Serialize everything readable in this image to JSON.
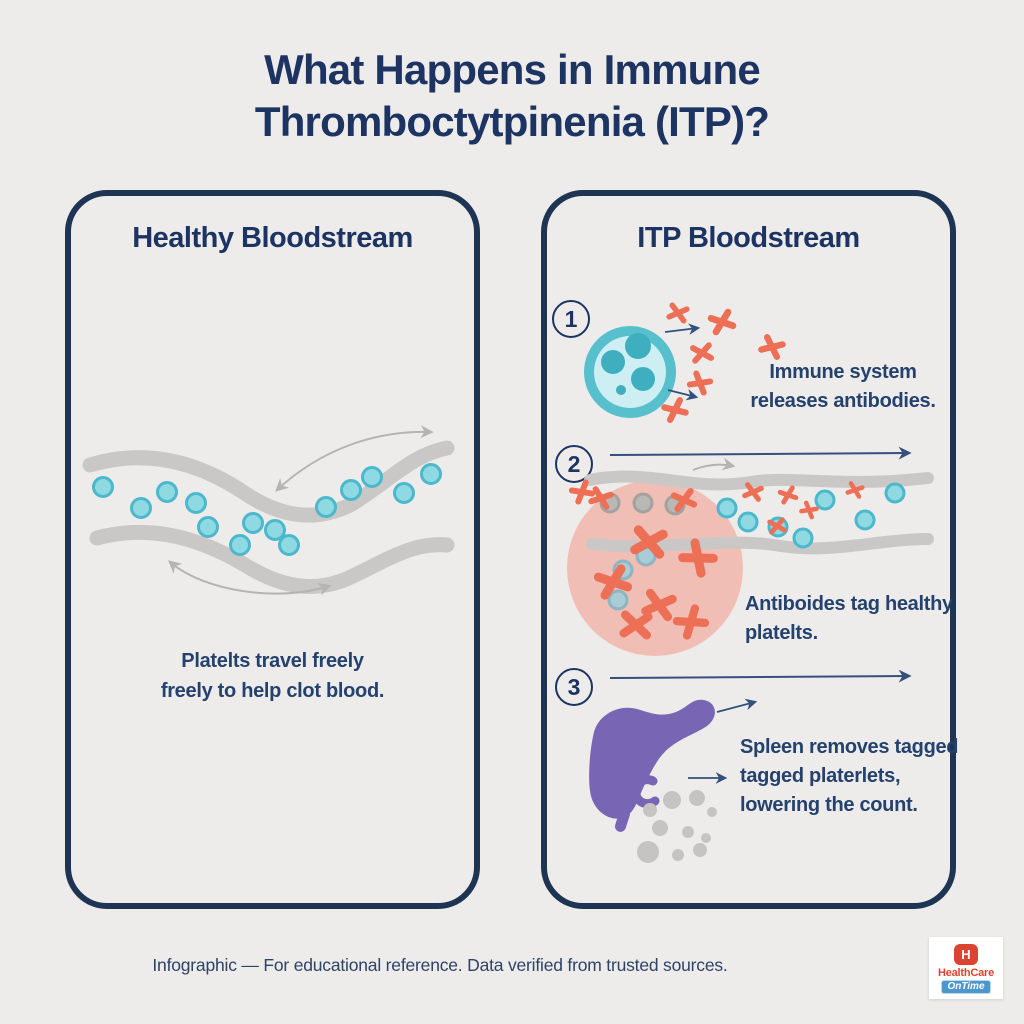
{
  "title": {
    "line1": "What Happens in Immune",
    "line2": "Thromboctytpinenia (ITP)?"
  },
  "panels": {
    "healthy": {
      "heading": "Healthy Bloodstream",
      "caption_lines": [
        "Platelts travel freely",
        "freely to help clot blood."
      ]
    },
    "itp": {
      "heading": "ITP Bloodstream",
      "steps": [
        {
          "number": "1",
          "lines": [
            "Immune system",
            "releases antibodies."
          ]
        },
        {
          "number": "2",
          "lines": [
            "Antiboides tag healthy",
            "platelts."
          ]
        },
        {
          "number": "3",
          "lines": [
            "Spleen removes tagged",
            "tagged platerlets,",
            "lowering the count."
          ]
        }
      ]
    }
  },
  "footer": {
    "text": "Infographic — For educational reference. Data verified from trusted sources."
  },
  "logo": {
    "icon_letter": "H",
    "name": "HealthCare",
    "tagline": "OnTime"
  },
  "icons": {
    "platelet-icon": "teal circle",
    "antibody-icon": "salmon X cross",
    "immune-cell-icon": "teal cell with nuclei blobs",
    "spleen-icon": "purple spleen blob",
    "flow-arrow-icon": "thin curved arrow"
  },
  "colors": {
    "bg": "#edeceb",
    "navy": "#1d3462",
    "panel-border": "#1e3453",
    "body-text": "#24426d",
    "platelet-fill": "#8fd9e3",
    "platelet-stroke": "#4cb8cc",
    "vessel-gray": "#c9c8c6",
    "antibody": "#ec6f56",
    "overlay-red": "#f4998a",
    "spleen-purple": "#7866b4",
    "cell-ring": "#57c0cc",
    "cell-inner": "#cdeef2",
    "cell-blob": "#3fafbf",
    "debris-gray": "#c5c4c2",
    "arrow-navy": "#33517c",
    "arrow-gray": "#b5b4b2",
    "logo-red": "#dd4331",
    "logo-blue": "#4e97cc"
  }
}
